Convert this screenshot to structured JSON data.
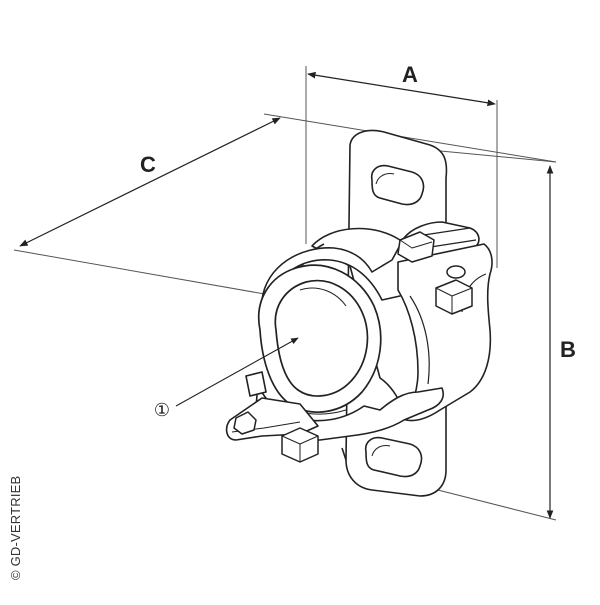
{
  "drawing": {
    "dimension_labels": {
      "a": "A",
      "b": "B",
      "c": "C"
    },
    "callout": "①",
    "copyright": "© GD-VERTRIEB"
  },
  "colors": {
    "line": "#222222",
    "thin_line": "#555555",
    "background": "#ffffff"
  }
}
